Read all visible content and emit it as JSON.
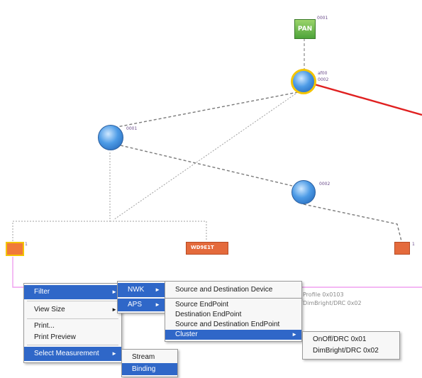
{
  "network": {
    "nodes": {
      "pan": {
        "text": "PAN",
        "id": "0001"
      },
      "coordinator": {
        "id_line1": "af00",
        "id_line2": "0002"
      },
      "router_left": {
        "id": "0001"
      },
      "router_mid": {
        "id": "0002"
      },
      "end_left": {
        "id": "1"
      },
      "end_right": {
        "id": "1"
      },
      "selected_device": {
        "text": "WD9E1T"
      }
    },
    "behind_text": {
      "line1": "Profile 0x0103",
      "line2": "DimBright/DRC 0x02"
    },
    "colors": {
      "link_red": "#e02020",
      "link_pink": "#f0a0f0",
      "ring": "#f4c400",
      "highlight": "#2f67c8"
    }
  },
  "context_menu": {
    "items": [
      {
        "label": "Filter",
        "submenu": true,
        "highlighted": true
      },
      {
        "label": "View Size",
        "submenu": true
      },
      {
        "label": "Print..."
      },
      {
        "label": "Print Preview"
      },
      {
        "label": "Select Measurement",
        "submenu": true,
        "highlighted": true
      }
    ]
  },
  "filter_menu": {
    "items": [
      {
        "label": "NWK",
        "submenu": true,
        "highlighted": true
      },
      {
        "label": "APS",
        "submenu": true,
        "highlighted": true
      }
    ]
  },
  "nwk_menu": {
    "items": [
      {
        "label": "Source and Destination Device"
      }
    ]
  },
  "aps_menu": {
    "items": [
      {
        "label": "Source EndPoint"
      },
      {
        "label": "Destination EndPoint"
      },
      {
        "label": "Source and Destination EndPoint"
      },
      {
        "label": "Cluster",
        "submenu": true,
        "highlighted": true
      }
    ]
  },
  "cluster_menu": {
    "items": [
      {
        "label": "OnOff/DRC 0x01"
      },
      {
        "label": "DimBright/DRC 0x02"
      }
    ]
  },
  "measurement_menu": {
    "items": [
      {
        "label": "Stream"
      },
      {
        "label": "Binding",
        "highlighted": true
      }
    ]
  }
}
